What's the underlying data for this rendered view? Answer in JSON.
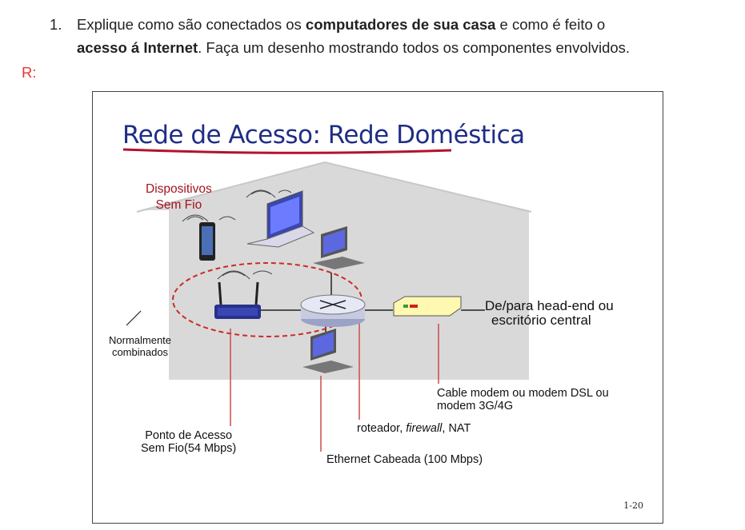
{
  "question": {
    "number": "1.",
    "parts": {
      "p1": "Explique como são conectados os ",
      "b1": "computadores de sua casa",
      "p2": " e como é feito o ",
      "b2": "acesso á Internet",
      "p3": ". Faça um desenho mostrando todos os componentes envolvidos."
    }
  },
  "answer_label": "R:",
  "slide": {
    "title": "Rede de Acesso: Rede Doméstica",
    "labels": {
      "wireless_devices_1": "Dispositivos",
      "wireless_devices_2": "Sem Fio",
      "combined_1": "Normalmente",
      "combined_2": "combinados",
      "headend_1": "De/para head-end ou",
      "headend_2": "escritório central",
      "modem_1": "Cable modem ou modem DSL ou",
      "modem_2": "modem 3G/4G",
      "router_pre": "roteador, ",
      "router_firewall": "firewall",
      "router_post": ", NAT",
      "ap_1": "Ponto de Acesso",
      "ap_2": "Sem Fio(54 Mbps)",
      "ethernet": "Ethernet Cabeada (100 Mbps)"
    },
    "page_number": "1-20"
  },
  "colors": {
    "title_blue": "#1f2d86",
    "title_underline": "#b3122e",
    "answer_red": "#e53935",
    "label_red": "#a3141e",
    "house_gray": "#d9d9d9"
  }
}
